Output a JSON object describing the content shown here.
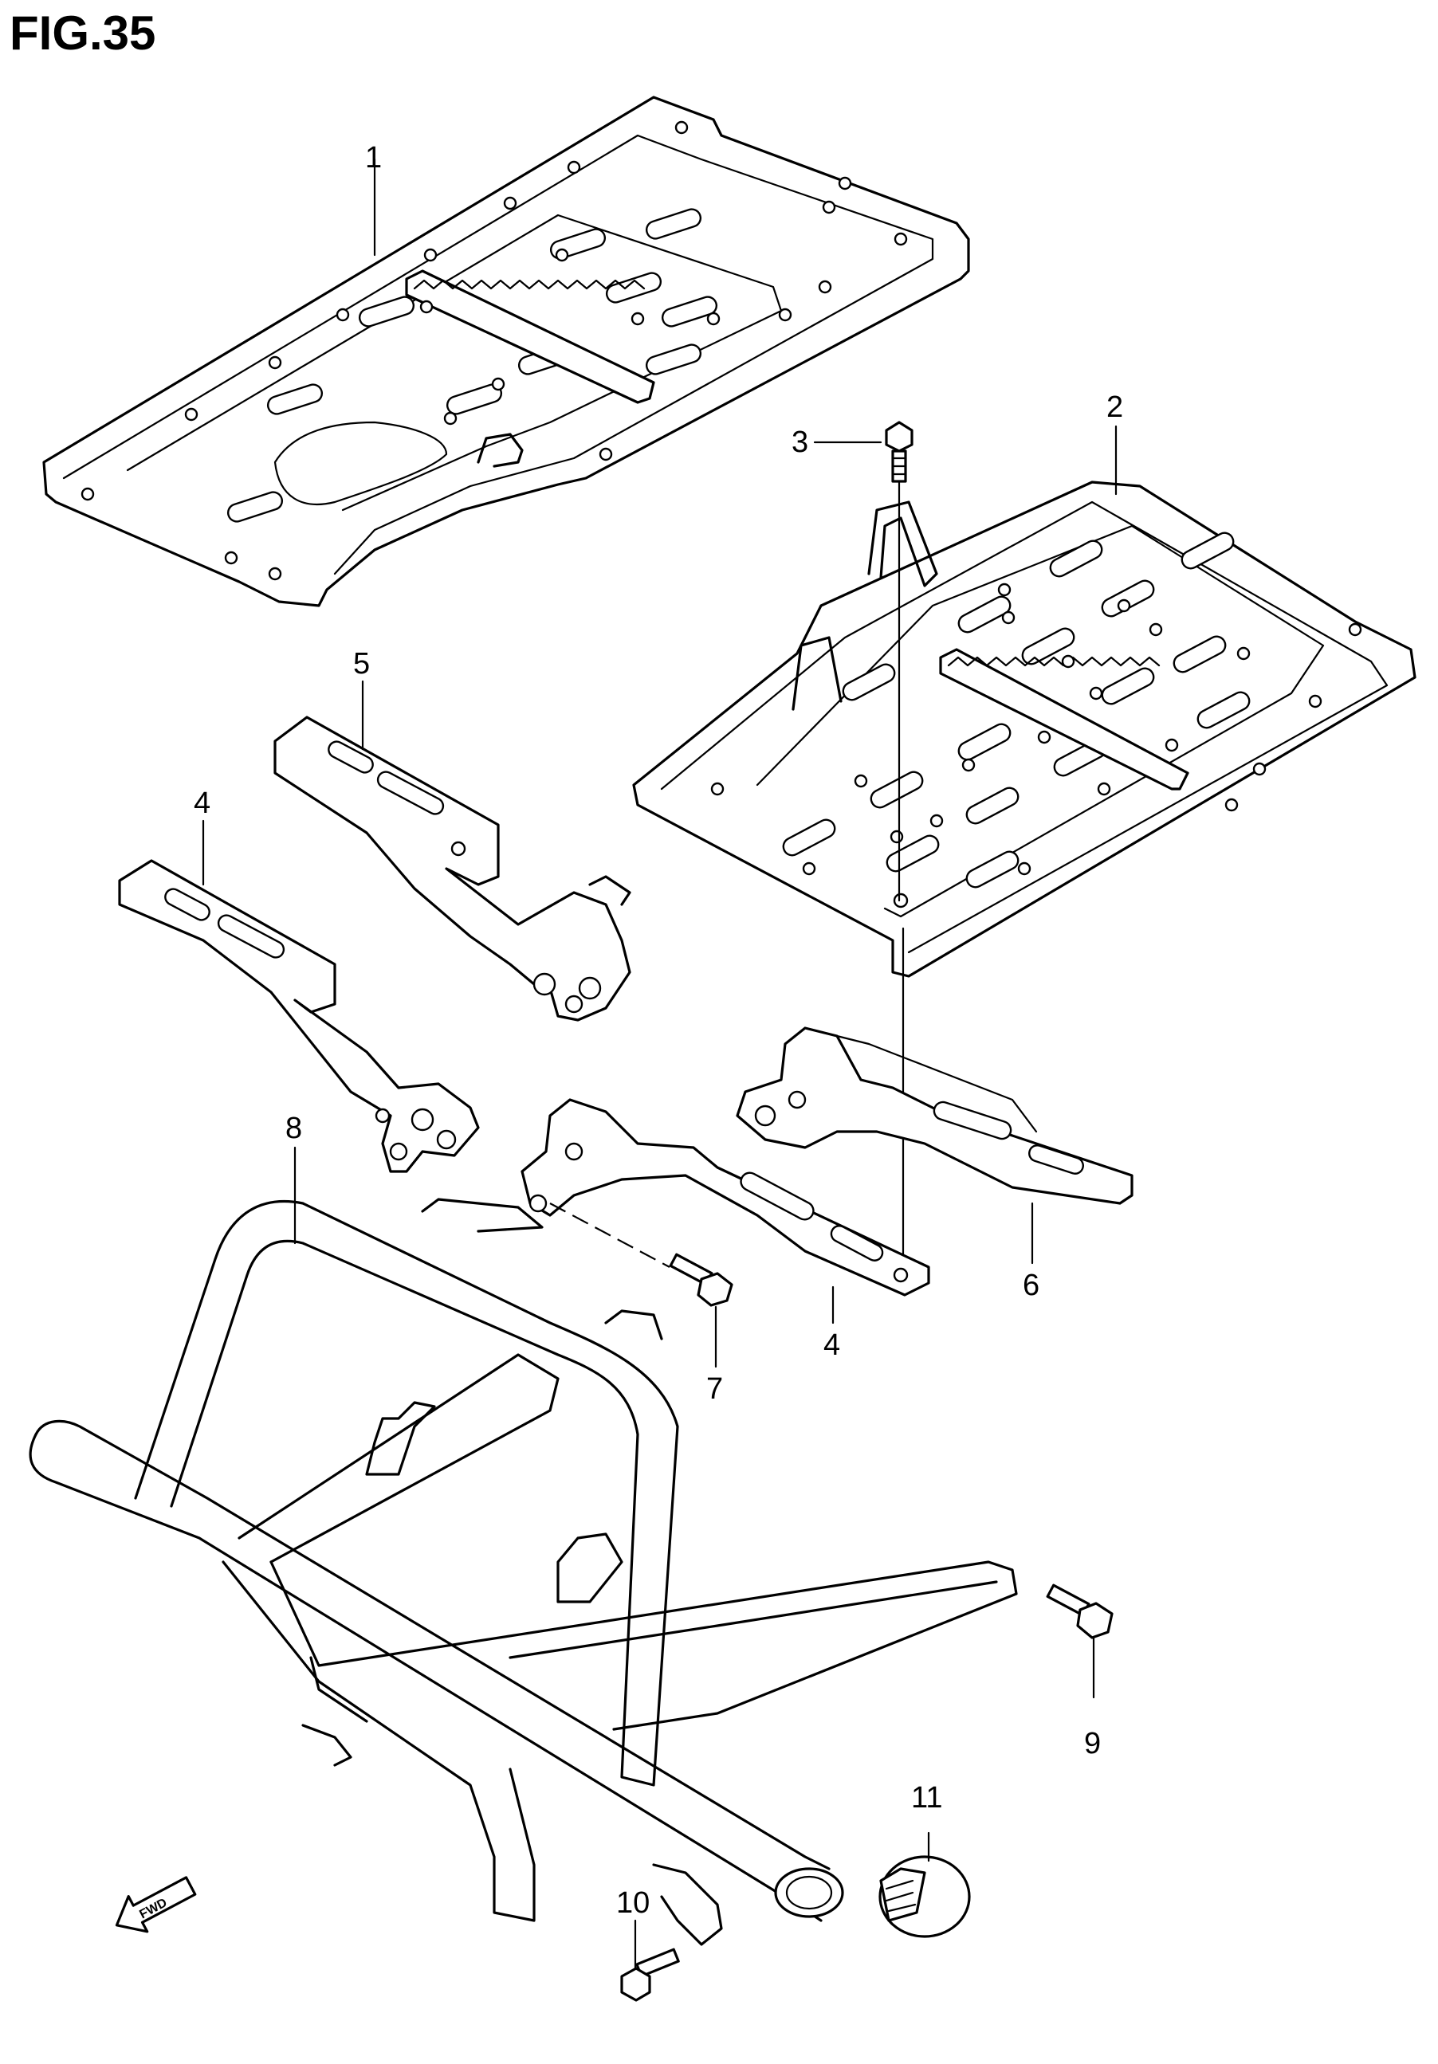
{
  "figure": {
    "title": "FIG.35",
    "fwd_label": "FWD"
  },
  "callouts": [
    {
      "id": "1",
      "label": "1"
    },
    {
      "id": "2",
      "label": "2"
    },
    {
      "id": "3",
      "label": "3"
    },
    {
      "id": "4a",
      "label": "4"
    },
    {
      "id": "5",
      "label": "5"
    },
    {
      "id": "4b",
      "label": "4"
    },
    {
      "id": "6",
      "label": "6"
    },
    {
      "id": "7",
      "label": "7"
    },
    {
      "id": "8",
      "label": "8"
    },
    {
      "id": "9",
      "label": "9"
    },
    {
      "id": "10",
      "label": "10"
    },
    {
      "id": "11",
      "label": "11"
    }
  ]
}
